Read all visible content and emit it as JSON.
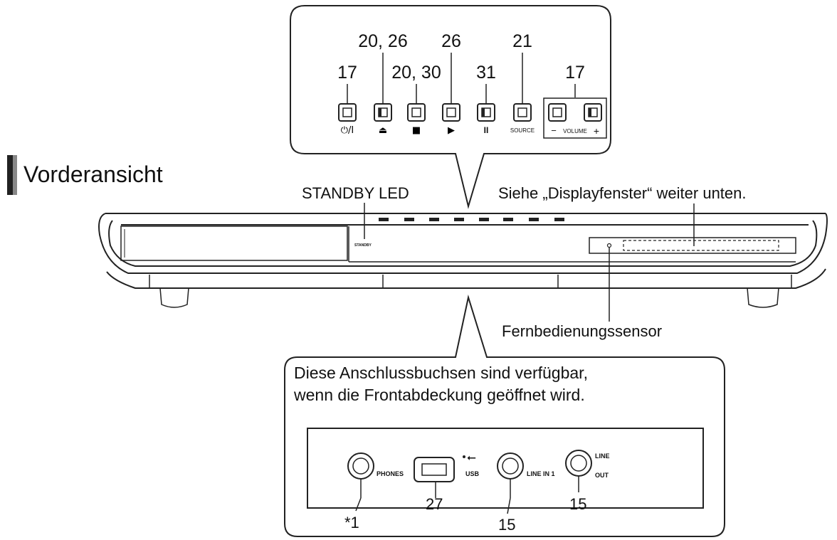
{
  "section": {
    "title": "Vorderansicht"
  },
  "top_panel": {
    "buttons": [
      {
        "ref": "17",
        "symbol": "⏻/I"
      },
      {
        "ref": "20, 26",
        "symbol": "⏏"
      },
      {
        "ref": "20, 30",
        "symbol": "■"
      },
      {
        "ref": "26",
        "symbol": "▶"
      },
      {
        "ref": "31",
        "symbol": "II"
      },
      {
        "ref": "21",
        "symbol": "SOURCE"
      }
    ],
    "volume": {
      "ref": "17",
      "minus": "−",
      "label": "VOLUME",
      "plus": "+"
    }
  },
  "callouts": {
    "standby_led": "STANDBY LED",
    "display_window": "Siehe „Displayfenster“ weiter unten.",
    "remote_sensor": "Fernbedienungssensor",
    "standby_print": "STANDBY"
  },
  "bottom_panel": {
    "heading_line1": "Diese Anschlussbuchsen sind verfügbar,",
    "heading_line2": "wenn die Frontabdeckung geöffnet wird.",
    "ports": [
      {
        "label": "PHONES",
        "ref": "*1"
      },
      {
        "label": "USB",
        "ref": "27"
      },
      {
        "label": "LINE IN 1",
        "ref": "15"
      },
      {
        "label_line1": "LINE",
        "label_line2": "OUT",
        "ref": "15"
      }
    ]
  }
}
